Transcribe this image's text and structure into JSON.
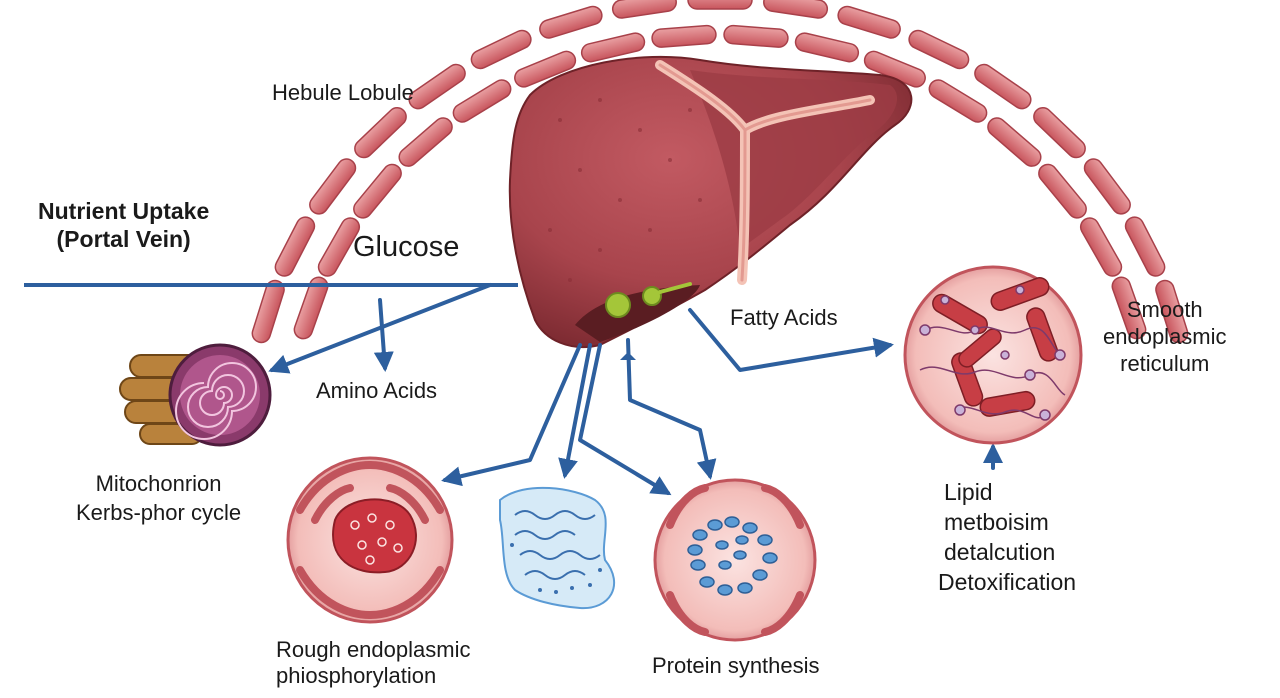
{
  "labels": {
    "hebule_lobule": "Hebule Lobule",
    "nutrient_uptake": [
      "Nutrient Uptake",
      "(Portal Vein)"
    ],
    "glucose": "Glucose",
    "fatty_acids": "Fatty Acids",
    "smooth_er": [
      "Smooth",
      "endoplasmic",
      "reticulum"
    ],
    "amino_acids": "Amino Acids",
    "mitochondrion": [
      "Mitochonrion",
      "Kerbs-phor cycle"
    ],
    "lipid": [
      "Lipid",
      "metboisim",
      "detalcution",
      "Detoxification"
    ],
    "rough_er": [
      "Rough endoplasmic",
      "phiosphorylation"
    ],
    "protein_synthesis": "Protein synthesis"
  },
  "colors": {
    "arrow": "#2d5f9e",
    "liver_main": "#a8444c",
    "liver_dark": "#7c2a31",
    "liver_light": "#c96068",
    "vessel": "#f1b3a8",
    "rbc": "#d9777c",
    "gallbladder": "#a4c639",
    "er_blue": "#5b9bd5"
  }
}
